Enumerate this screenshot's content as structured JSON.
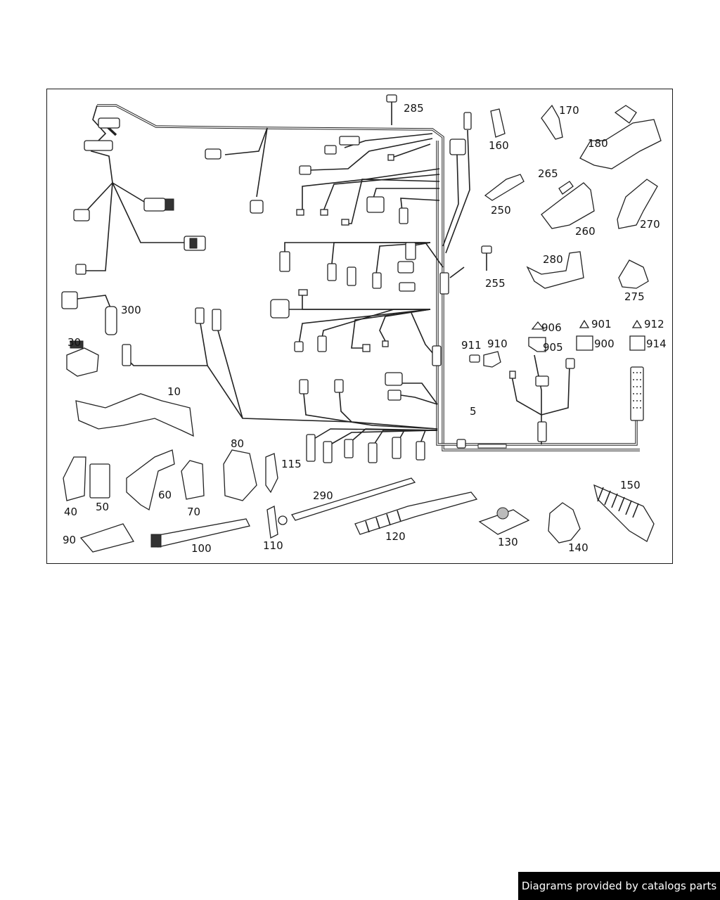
{
  "footer": {
    "text": "Diagrams provided by catalogs parts"
  },
  "callouts": [
    {
      "id": "285",
      "label": "285"
    },
    {
      "id": "170",
      "label": "170"
    },
    {
      "id": "160",
      "label": "160"
    },
    {
      "id": "180",
      "label": "180"
    },
    {
      "id": "265",
      "label": "265"
    },
    {
      "id": "250",
      "label": "250"
    },
    {
      "id": "260",
      "label": "260"
    },
    {
      "id": "270",
      "label": "270"
    },
    {
      "id": "280",
      "label": "280"
    },
    {
      "id": "255",
      "label": "255"
    },
    {
      "id": "275",
      "label": "275"
    },
    {
      "id": "300",
      "label": "300"
    },
    {
      "id": "30",
      "label": "30"
    },
    {
      "id": "10",
      "label": "10"
    },
    {
      "id": "906",
      "label": "906"
    },
    {
      "id": "901",
      "label": "901"
    },
    {
      "id": "912",
      "label": "912"
    },
    {
      "id": "911",
      "label": "911"
    },
    {
      "id": "910",
      "label": "910"
    },
    {
      "id": "905",
      "label": "905"
    },
    {
      "id": "900",
      "label": "900"
    },
    {
      "id": "914",
      "label": "914"
    },
    {
      "id": "5",
      "label": "5"
    },
    {
      "id": "80",
      "label": "80"
    },
    {
      "id": "115",
      "label": "115"
    },
    {
      "id": "40",
      "label": "40"
    },
    {
      "id": "50",
      "label": "50"
    },
    {
      "id": "60",
      "label": "60"
    },
    {
      "id": "70",
      "label": "70"
    },
    {
      "id": "290",
      "label": "290"
    },
    {
      "id": "150",
      "label": "150"
    },
    {
      "id": "90",
      "label": "90"
    },
    {
      "id": "100",
      "label": "100"
    },
    {
      "id": "110",
      "label": "110"
    },
    {
      "id": "120",
      "label": "120"
    },
    {
      "id": "130",
      "label": "130"
    },
    {
      "id": "140",
      "label": "140"
    }
  ]
}
